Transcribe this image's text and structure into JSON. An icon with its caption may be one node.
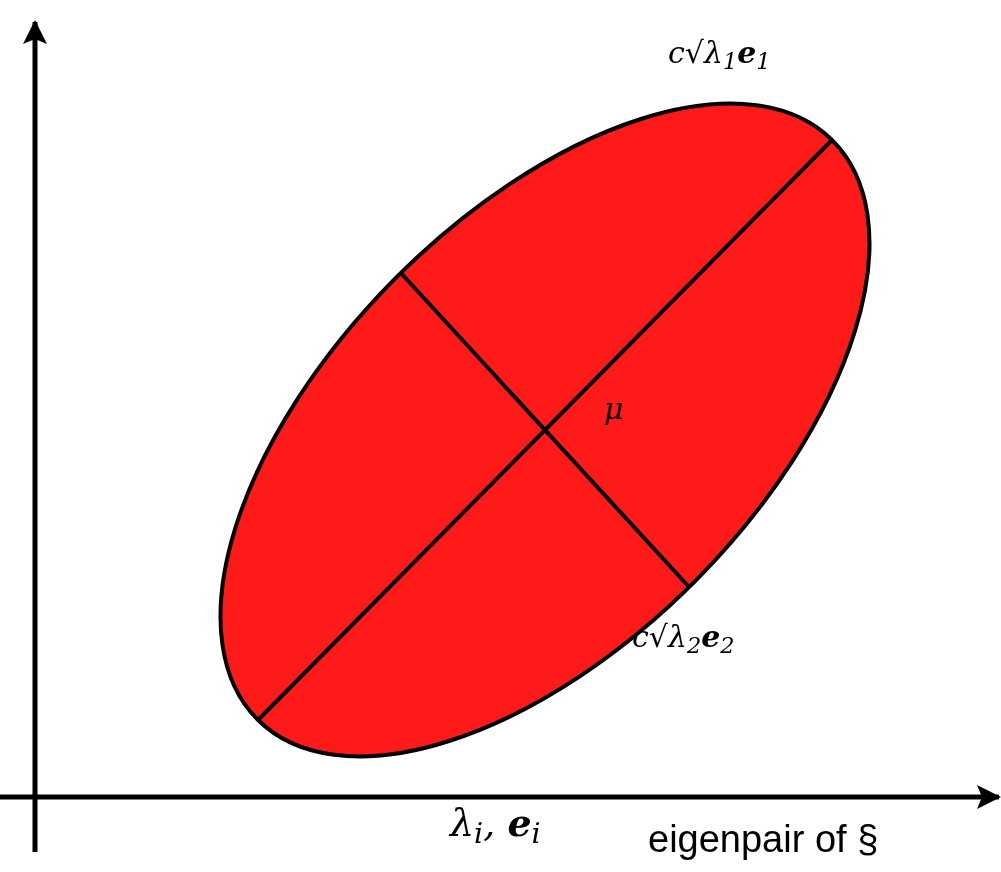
{
  "diagram": {
    "labels": [
      "c√λ$_{1}$**e**$_{1}$",
      "μ",
      "c√λ$_{2}$**e**$_{2}$",
      "λ$_{i}$, **e**$_{i}$",
      "eigenpair of §"
    ]
  }
}
